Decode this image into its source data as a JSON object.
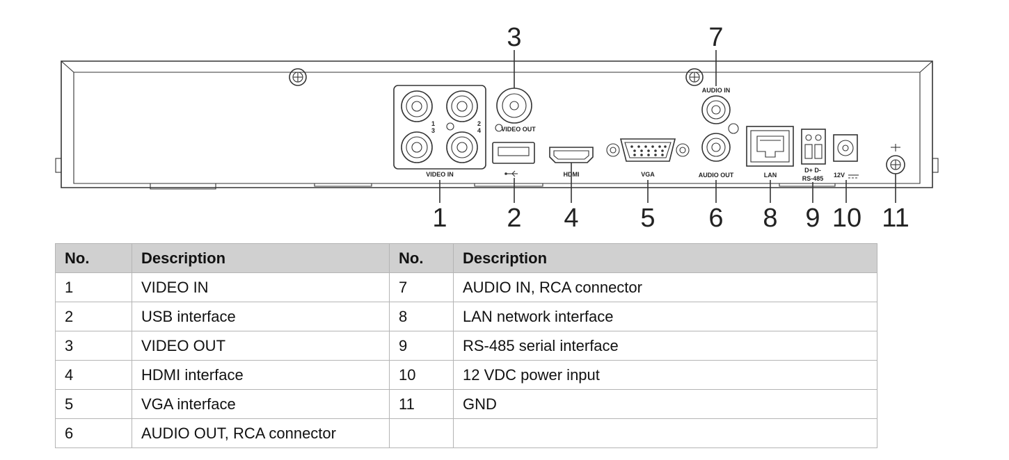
{
  "callouts": [
    "1",
    "2",
    "3",
    "4",
    "5",
    "6",
    "7",
    "8",
    "9",
    "10",
    "11"
  ],
  "port_labels": {
    "video_in": "VIDEO IN",
    "video_out": "VIDEO OUT",
    "audio_in": "AUDIO IN",
    "audio_out": "AUDIO OUT",
    "hdmi": "HDMI",
    "vga": "VGA",
    "lan": "LAN",
    "rs485": "RS-485",
    "rs485_pins": "D+ D-",
    "power": "12V",
    "channels": [
      "1",
      "2",
      "3",
      "4"
    ]
  },
  "table": {
    "headers": [
      "No.",
      "Description",
      "No.",
      "Description"
    ],
    "rows": [
      [
        "1",
        "VIDEO IN",
        "7",
        "AUDIO IN, RCA connector"
      ],
      [
        "2",
        "USB interface",
        "8",
        "LAN network interface"
      ],
      [
        "3",
        "VIDEO OUT",
        "9",
        "RS-485 serial interface"
      ],
      [
        "4",
        "HDMI interface",
        "10",
        "12 VDC power input"
      ],
      [
        "5",
        "VGA interface",
        "11",
        "GND"
      ],
      [
        "6",
        "AUDIO OUT, RCA connector",
        "",
        ""
      ]
    ]
  }
}
